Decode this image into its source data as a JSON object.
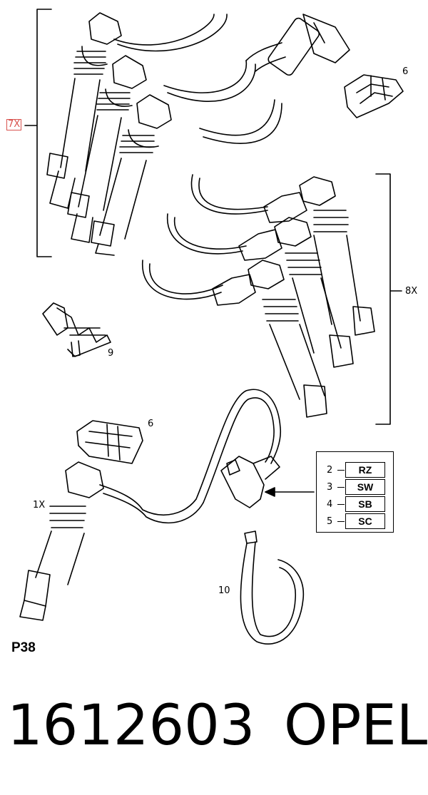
{
  "diagram": {
    "labels": {
      "qty_top": "7X",
      "qty_right": "8X",
      "qty_single": "1X",
      "callout_clip_top": "6",
      "callout_clip_mid": "6",
      "callout_separator": "9",
      "callout_cable_tie": "10"
    },
    "legend": [
      {
        "num": "2",
        "code": "RZ"
      },
      {
        "num": "3",
        "code": "SW"
      },
      {
        "num": "4",
        "code": "SB"
      },
      {
        "num": "5",
        "code": "SC"
      }
    ],
    "page_code": "P38"
  },
  "footer": {
    "part_number": "1612603",
    "brand": "OPEL"
  },
  "colors": {
    "line": "#000000",
    "highlight": "#d9534f",
    "background": "#ffffff"
  }
}
